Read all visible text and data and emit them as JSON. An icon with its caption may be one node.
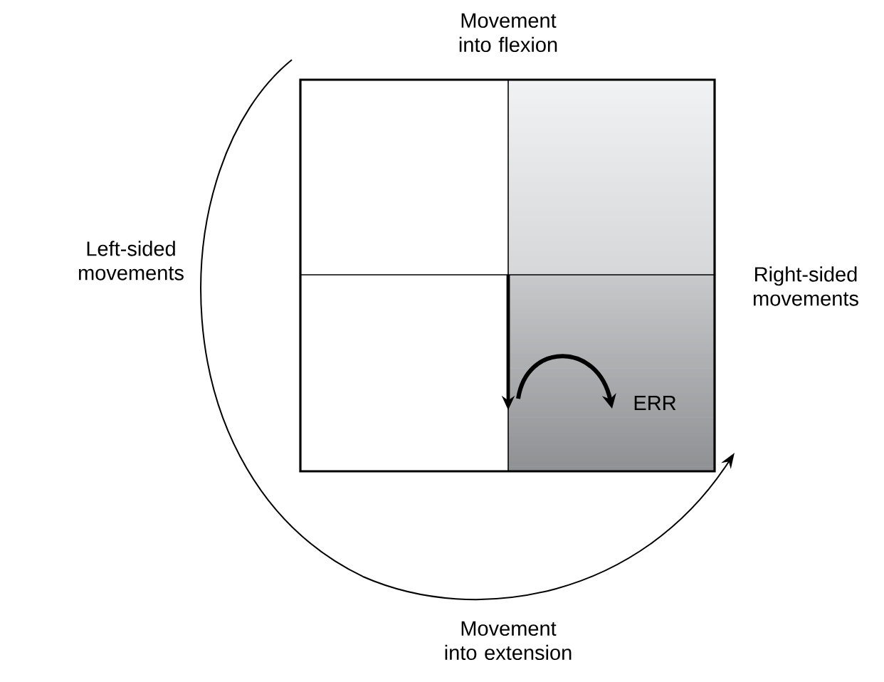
{
  "diagram": {
    "labels": [
      "Movement into flexion",
      "Left-sided movements",
      "Right-sided movements",
      "ERR",
      "Movement into extension"
    ]
  }
}
